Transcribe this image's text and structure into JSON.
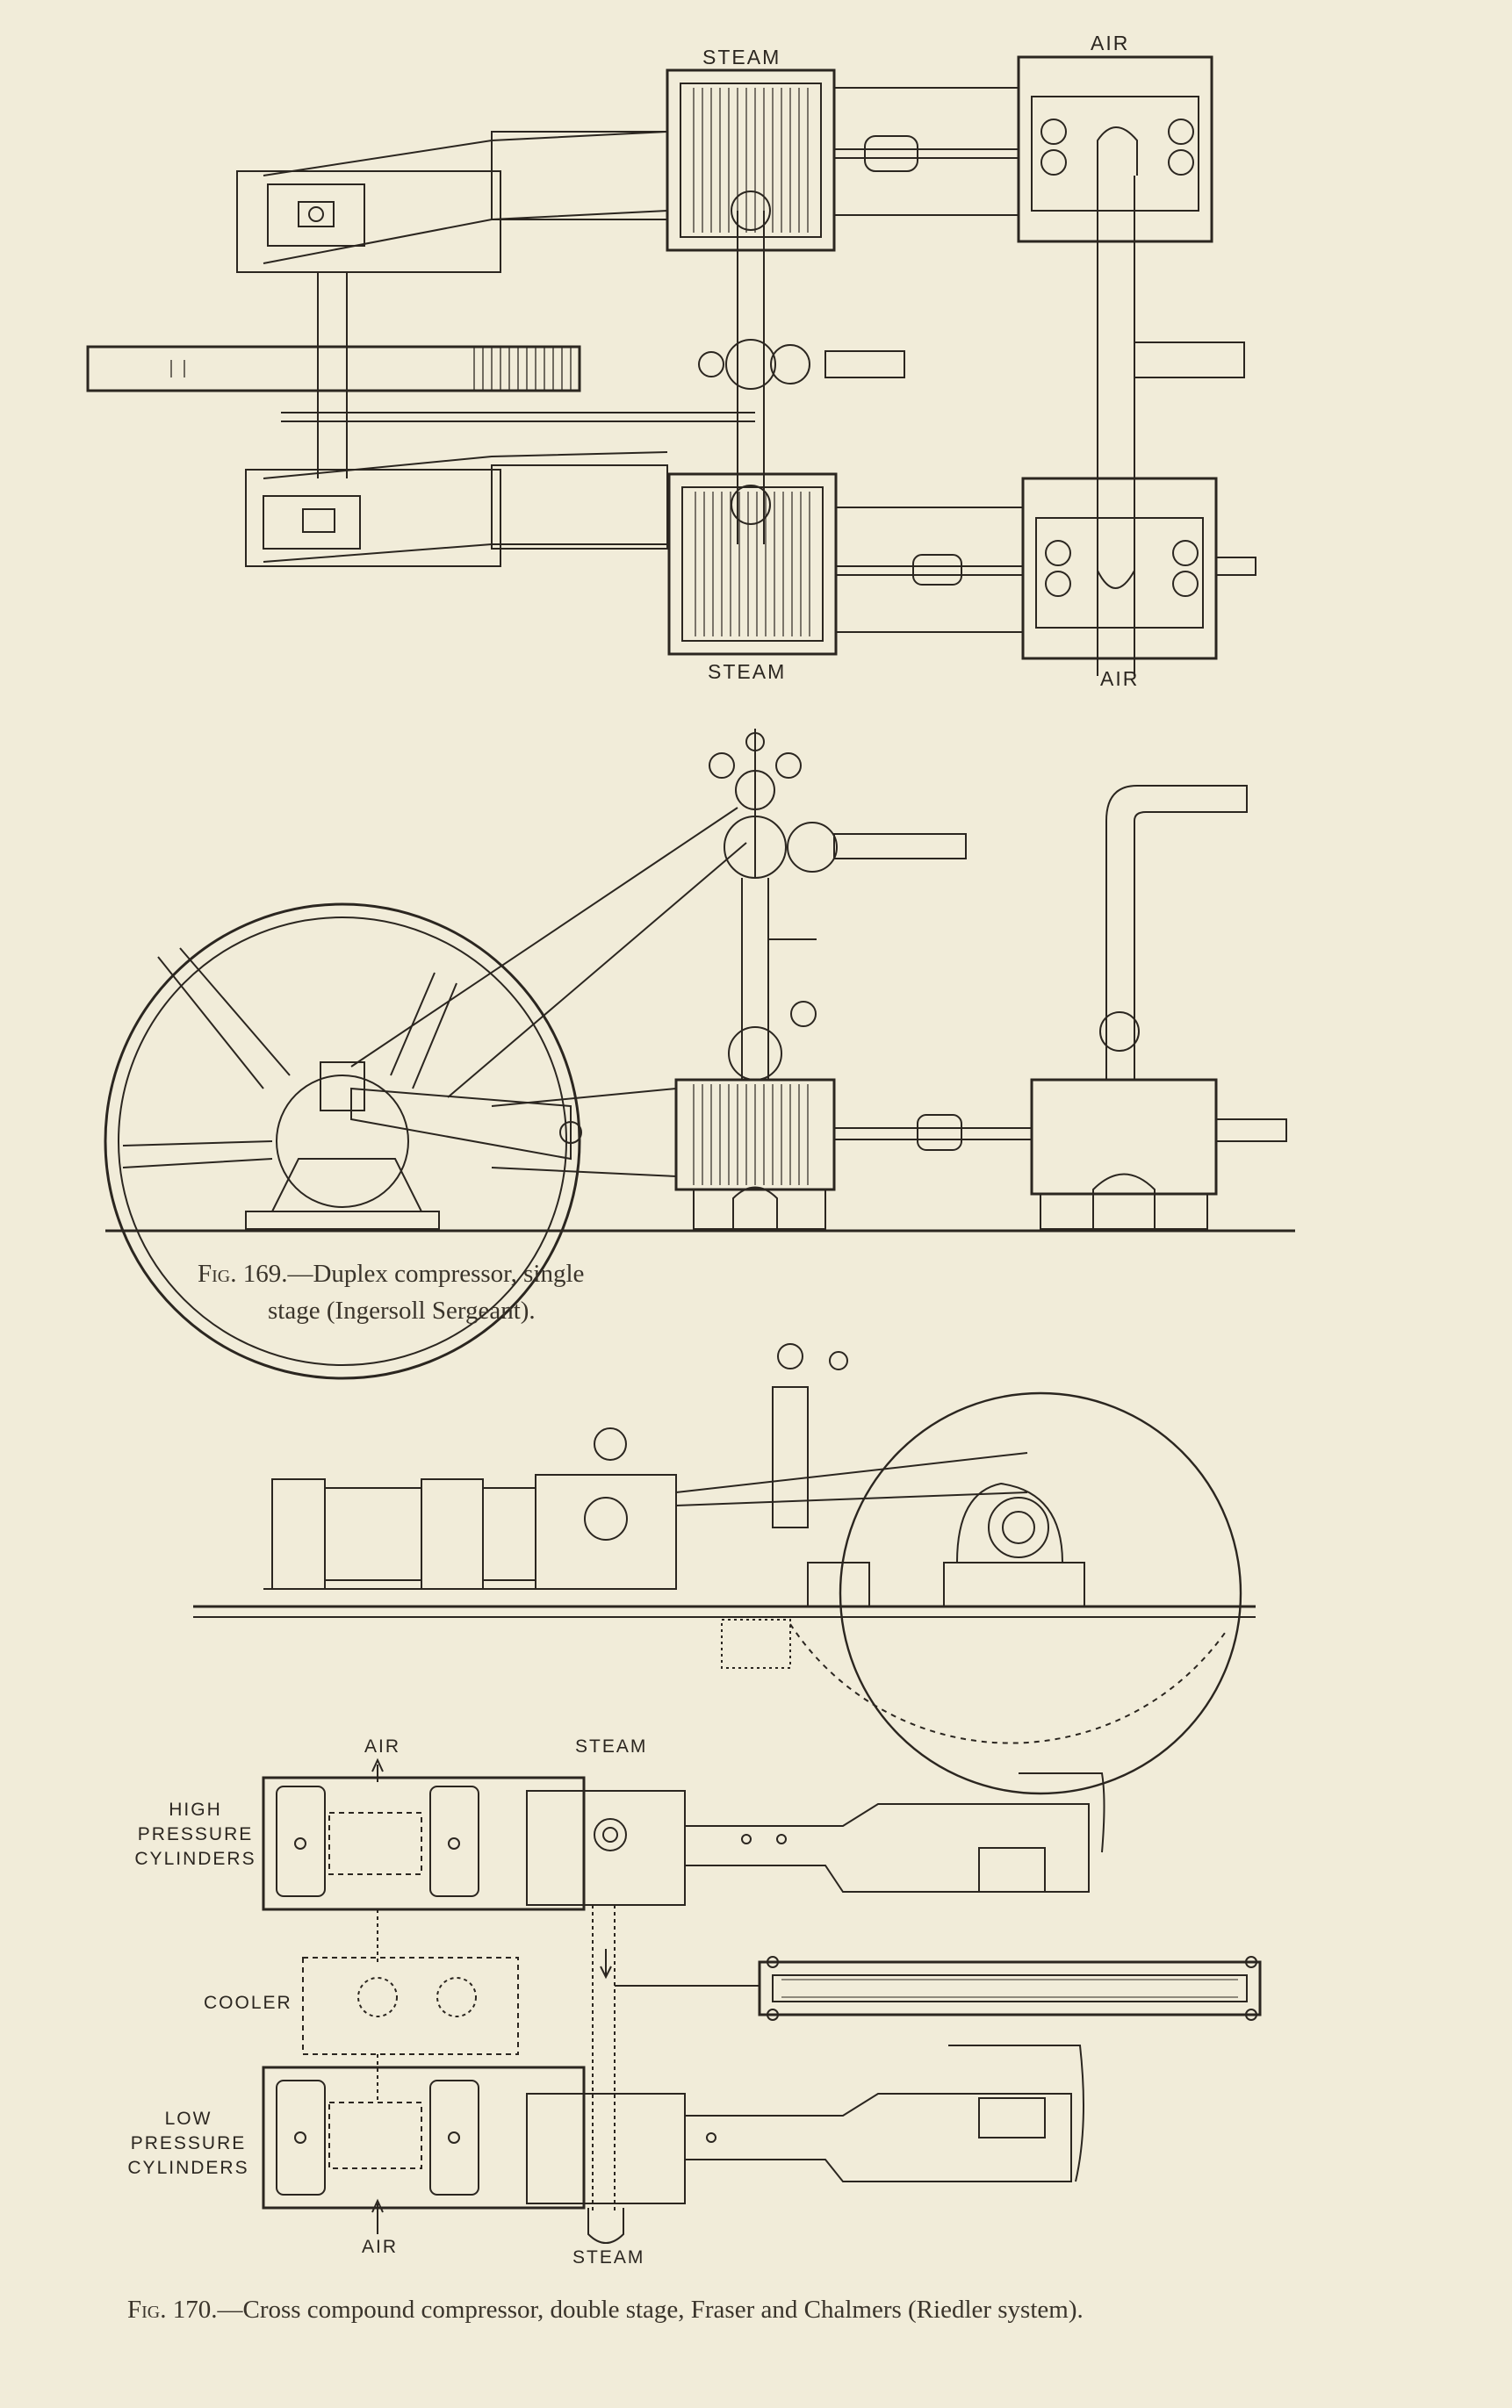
{
  "figure169": {
    "labels": {
      "steam_top": "STEAM",
      "air_top": "AIR",
      "steam_bottom": "STEAM",
      "air_bottom": "AIR"
    },
    "caption": {
      "fig_label": "Fig. 169.",
      "line1": "—Duplex compressor, single",
      "line2": "stage (Ingersoll Sergeant)."
    }
  },
  "figure170": {
    "labels": {
      "air_top": "AIR",
      "steam_top": "STEAM",
      "high_pressure_1": "HIGH",
      "high_pressure_2": "PRESSURE",
      "high_pressure_3": "CYLINDERS",
      "cooler": "COOLER",
      "low_pressure_1": "LOW",
      "low_pressure_2": "PRESSURE",
      "low_pressure_3": "CYLINDERS",
      "air_bottom": "AIR",
      "steam_bottom": "STEAM"
    },
    "caption": {
      "fig_label": "Fig. 170.",
      "text": "—Cross compound compressor, double stage, Fraser and Chalmers (Riedler system)."
    }
  },
  "colors": {
    "paper": "#f1ecd9",
    "ink": "#2b2620"
  }
}
